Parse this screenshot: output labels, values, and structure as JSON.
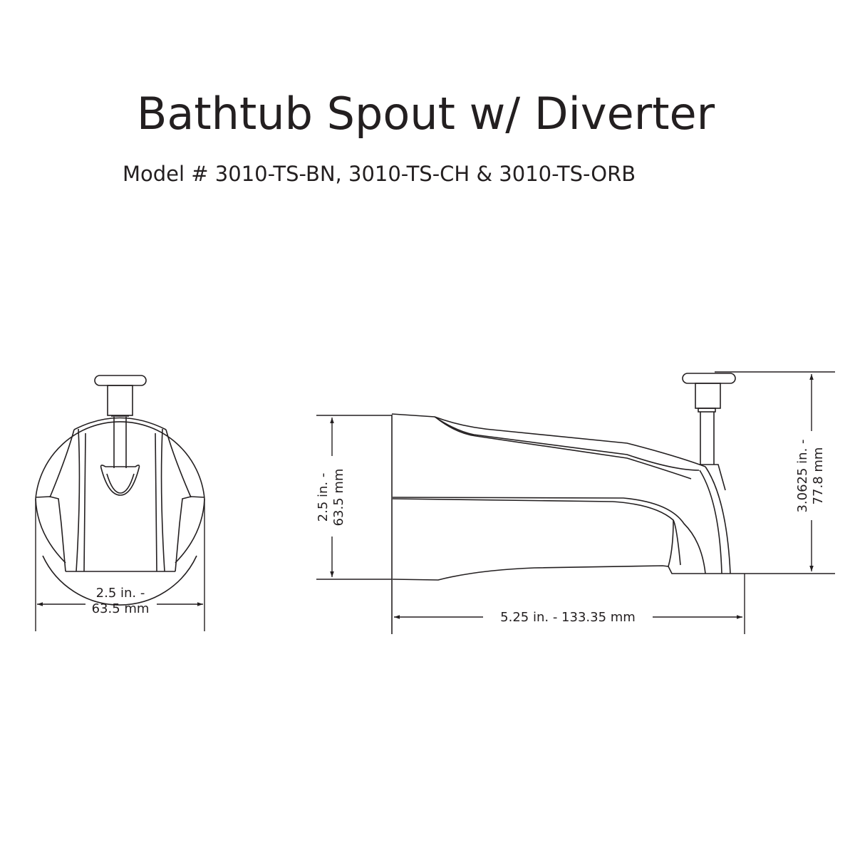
{
  "header": {
    "title": "Bathtub Spout w/ Diverter",
    "subtitle": "Model # 3010-TS-BN, 3010-TS-CH & 3010-TS-ORB"
  },
  "front_view": {
    "width_dimension": {
      "line1": "2.5 in. -",
      "line2": "63.5 mm"
    }
  },
  "side_view": {
    "height_dimension": {
      "line1": "2.5 in. -",
      "line2": "63.5 mm"
    },
    "length_dimension": {
      "label": "5.25 in. - 133.35 mm"
    },
    "overall_height_dimension": {
      "line1": "3.0625 in. -",
      "line2": "77.8 mm"
    }
  },
  "colors": {
    "line": "#231f20",
    "background": "#ffffff"
  }
}
